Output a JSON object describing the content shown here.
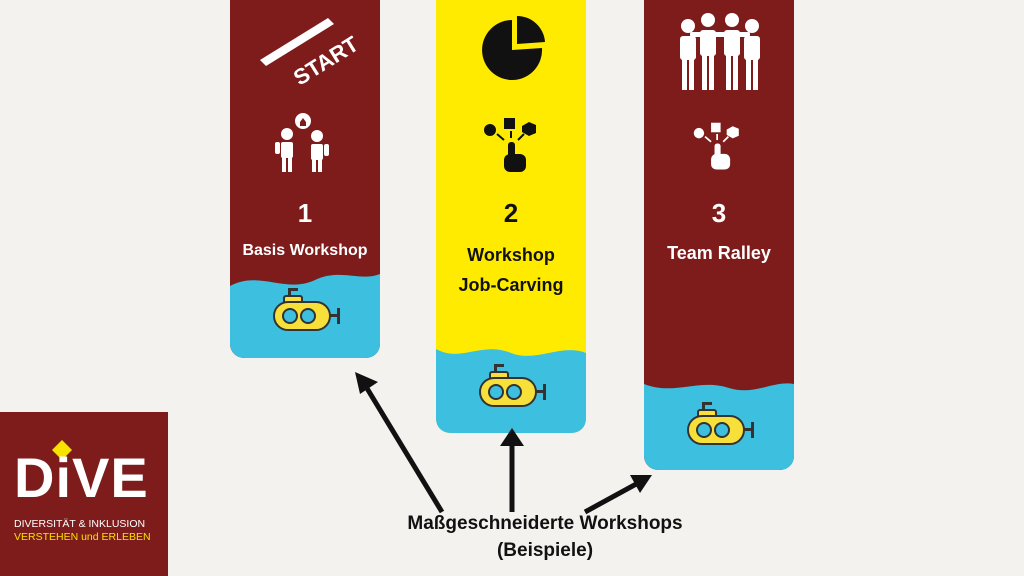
{
  "cards": [
    {
      "number": "1",
      "title_lines": [
        "Basis Workshop"
      ],
      "bg": "#7e1c1c",
      "text_color": "#ffffff"
    },
    {
      "number": "2",
      "title_lines": [
        "Workshop",
        "Job-Carving"
      ],
      "bg": "#ffeb00",
      "text_color": "#111111"
    },
    {
      "number": "3",
      "title_lines": [
        "Team Ralley"
      ],
      "bg": "#7e1c1c",
      "text_color": "#ffffff"
    }
  ],
  "start_sign": "START",
  "caption": {
    "line1": "Maßgeschneiderte Workshops",
    "line2": "(Beispiele)"
  },
  "logo": {
    "word": "DiVE",
    "line1": "DIVERSITÄT & INKLUSION",
    "line2": "VERSTEHEN und ERLEBEN"
  },
  "colors": {
    "maroon": "#7e1c1c",
    "yellow": "#ffeb00",
    "water": "#3dbfe0",
    "submarine": "#f7e03a"
  },
  "icons": [
    "start-sign-icon",
    "people-chat-icon",
    "pie-chart-icon",
    "choice-hand-icon",
    "team-hug-icon",
    "submarine-icon",
    "arrow-icon"
  ]
}
